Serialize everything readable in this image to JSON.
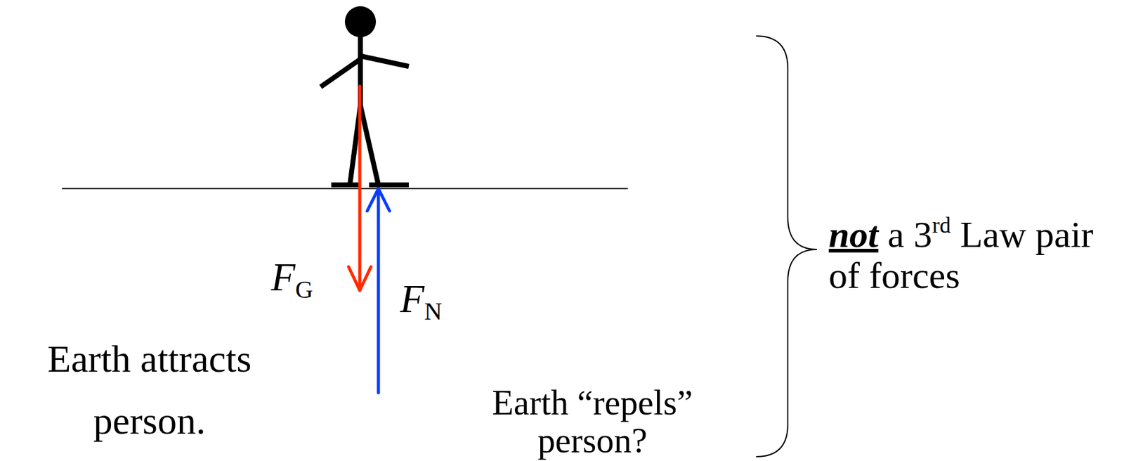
{
  "diagram": {
    "labels": [
      "FG",
      "FN",
      "Earth attracts person.",
      "Earth “repels” person?",
      "not a 3rd Law pair of forces"
    ]
  }
}
